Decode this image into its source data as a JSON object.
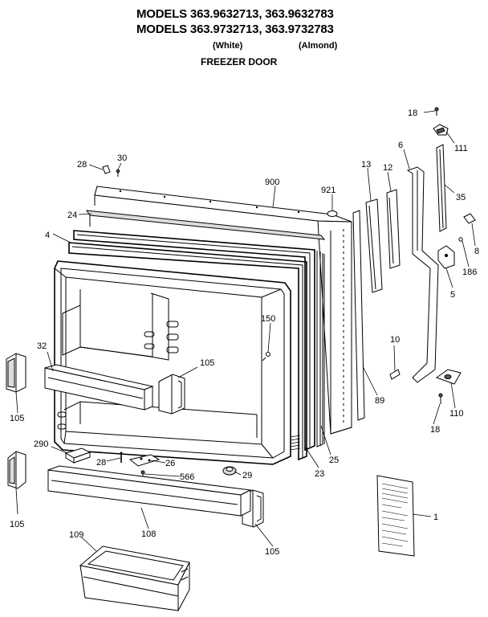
{
  "header": {
    "line1": "MODELS 363.9632713, 363.9632783",
    "line2": "MODELS 363.9732713, 363.9732783",
    "white": "(White)",
    "almond": "(Almond)",
    "section": "FREEZER DOOR"
  },
  "callouts": {
    "c18_top": "18",
    "c111": "111",
    "c6": "6",
    "c35": "35",
    "c13": "13",
    "c12": "12",
    "c921": "921",
    "c900": "900",
    "c28_top": "28",
    "c30": "30",
    "c24": "24",
    "c4": "4",
    "c8": "8",
    "c186": "186",
    "c5": "5",
    "c150": "150",
    "c32": "32",
    "c105_mid": "105",
    "c105_left_top": "105",
    "c10": "10",
    "c89": "89",
    "c110": "110",
    "c18_bottom": "18",
    "c25": "25",
    "c290": "290",
    "c28_bottom": "28",
    "c26": "26",
    "c566": "566",
    "c29": "29",
    "c23": "23",
    "c105_left_bottom": "105",
    "c1": "1",
    "c108": "108",
    "c105_bottom": "105",
    "c109": "109"
  }
}
